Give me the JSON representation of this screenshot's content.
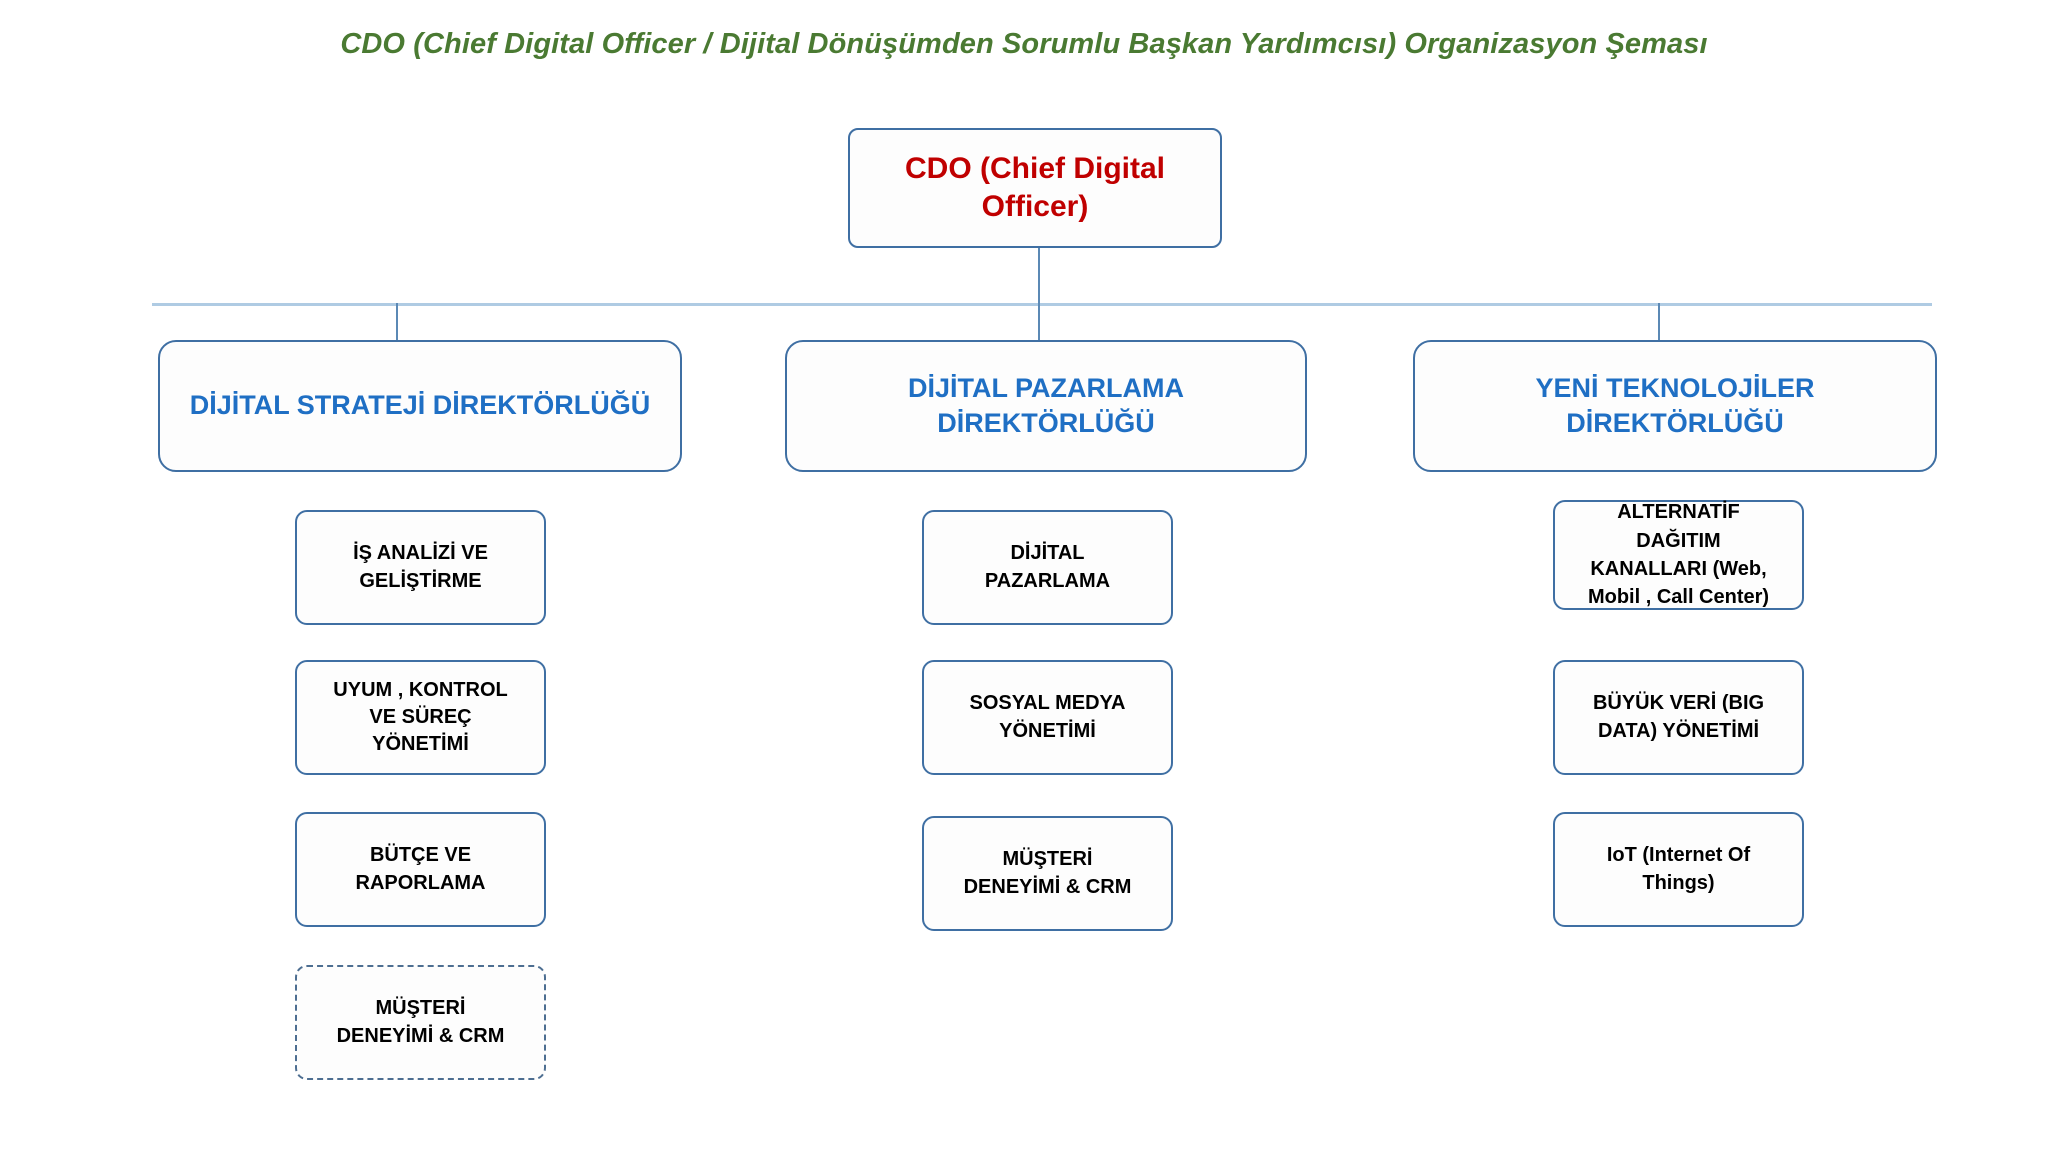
{
  "title": "CDO (Chief Digital Officer / Dijital Dönüşümden Sorumlu Başkan Yardımcısı) Organizasyon Şeması",
  "colors": {
    "title_green": "#4A7A32",
    "root_red": "#C00000",
    "director_blue": "#1F6FC4",
    "box_border": "#3F6FA3",
    "connector_light": "#AFCBE3",
    "connector_line": "#5B89B5",
    "leaf_text": "#000000",
    "dashed_border": "#4D6E91",
    "background": "#FFFFFF"
  },
  "root": {
    "label": "CDO (Chief Digital Officer)"
  },
  "columns": [
    {
      "director": "DİJİTAL STRATEJİ DİREKTÖRLÜĞÜ",
      "items": [
        {
          "label": "İŞ ANALİZİ VE\nGELİŞTİRME",
          "style": "solid",
          "lines": 2
        },
        {
          "label": "UYUM , KONTROL\nVE SÜREÇ\nYÖNETİMİ",
          "style": "solid",
          "lines": 3
        },
        {
          "label": "BÜTÇE VE\nRAPORLAMA",
          "style": "solid",
          "lines": 2
        },
        {
          "label": "MÜŞTERİ\nDENEYİMİ & CRM",
          "style": "dashed",
          "lines": 2
        }
      ]
    },
    {
      "director": "DİJİTAL PAZARLAMA DİREKTÖRLÜĞÜ",
      "items": [
        {
          "label": "DİJİTAL\nPAZARLAMA",
          "style": "solid",
          "lines": 2
        },
        {
          "label": "SOSYAL MEDYA\nYÖNETİMİ",
          "style": "solid",
          "lines": 2
        },
        {
          "label": "MÜŞTERİ\nDENEYİMİ & CRM",
          "style": "solid",
          "lines": 2
        }
      ]
    },
    {
      "director": "YENİ TEKNOLOJİLER DİREKTÖRLÜĞÜ",
      "items": [
        {
          "label": "ALTERNATİF\nDAĞITIM\nKANALLARI (Web,\nMobil , Call Center)",
          "style": "solid",
          "lines": 4
        },
        {
          "label": "BÜYÜK VERİ (BIG\nDATA) YÖNETİMİ",
          "style": "solid",
          "lines": 2
        },
        {
          "label": "IoT (Internet Of\nThings)",
          "style": "solid",
          "lines": 2
        }
      ]
    }
  ]
}
